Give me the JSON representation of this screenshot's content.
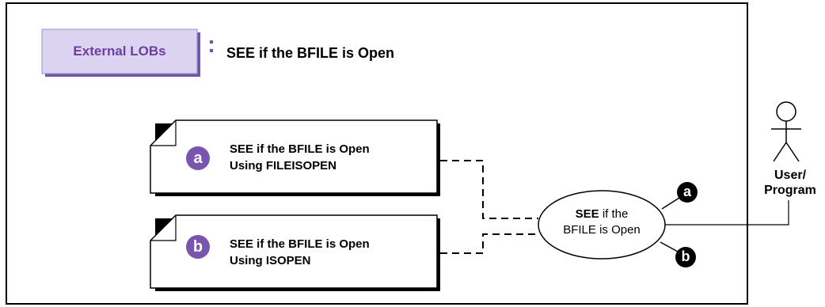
{
  "header": {
    "badge_label": "External LOBs",
    "separator": ":",
    "title": "SEE if the BFILE is Open"
  },
  "notes": [
    {
      "badge": "a",
      "line1": "SEE if the BFILE is Open",
      "line2": "Using FILEISOPEN"
    },
    {
      "badge": "b",
      "line1": "SEE if the BFILE is Open",
      "line2": "Using ISOPEN"
    }
  ],
  "use_case": {
    "bold": "SEE",
    "rest1": " if the",
    "line2": "BFILE is Open"
  },
  "markers": [
    "a",
    "b"
  ],
  "actor": {
    "line1": "User/",
    "line2": "Program"
  },
  "colors": {
    "badge_fill": "#dcd3f0",
    "badge_border": "#6a5aa6",
    "badge_text": "#6b3fa0",
    "note_badge": "#7a55b0"
  }
}
